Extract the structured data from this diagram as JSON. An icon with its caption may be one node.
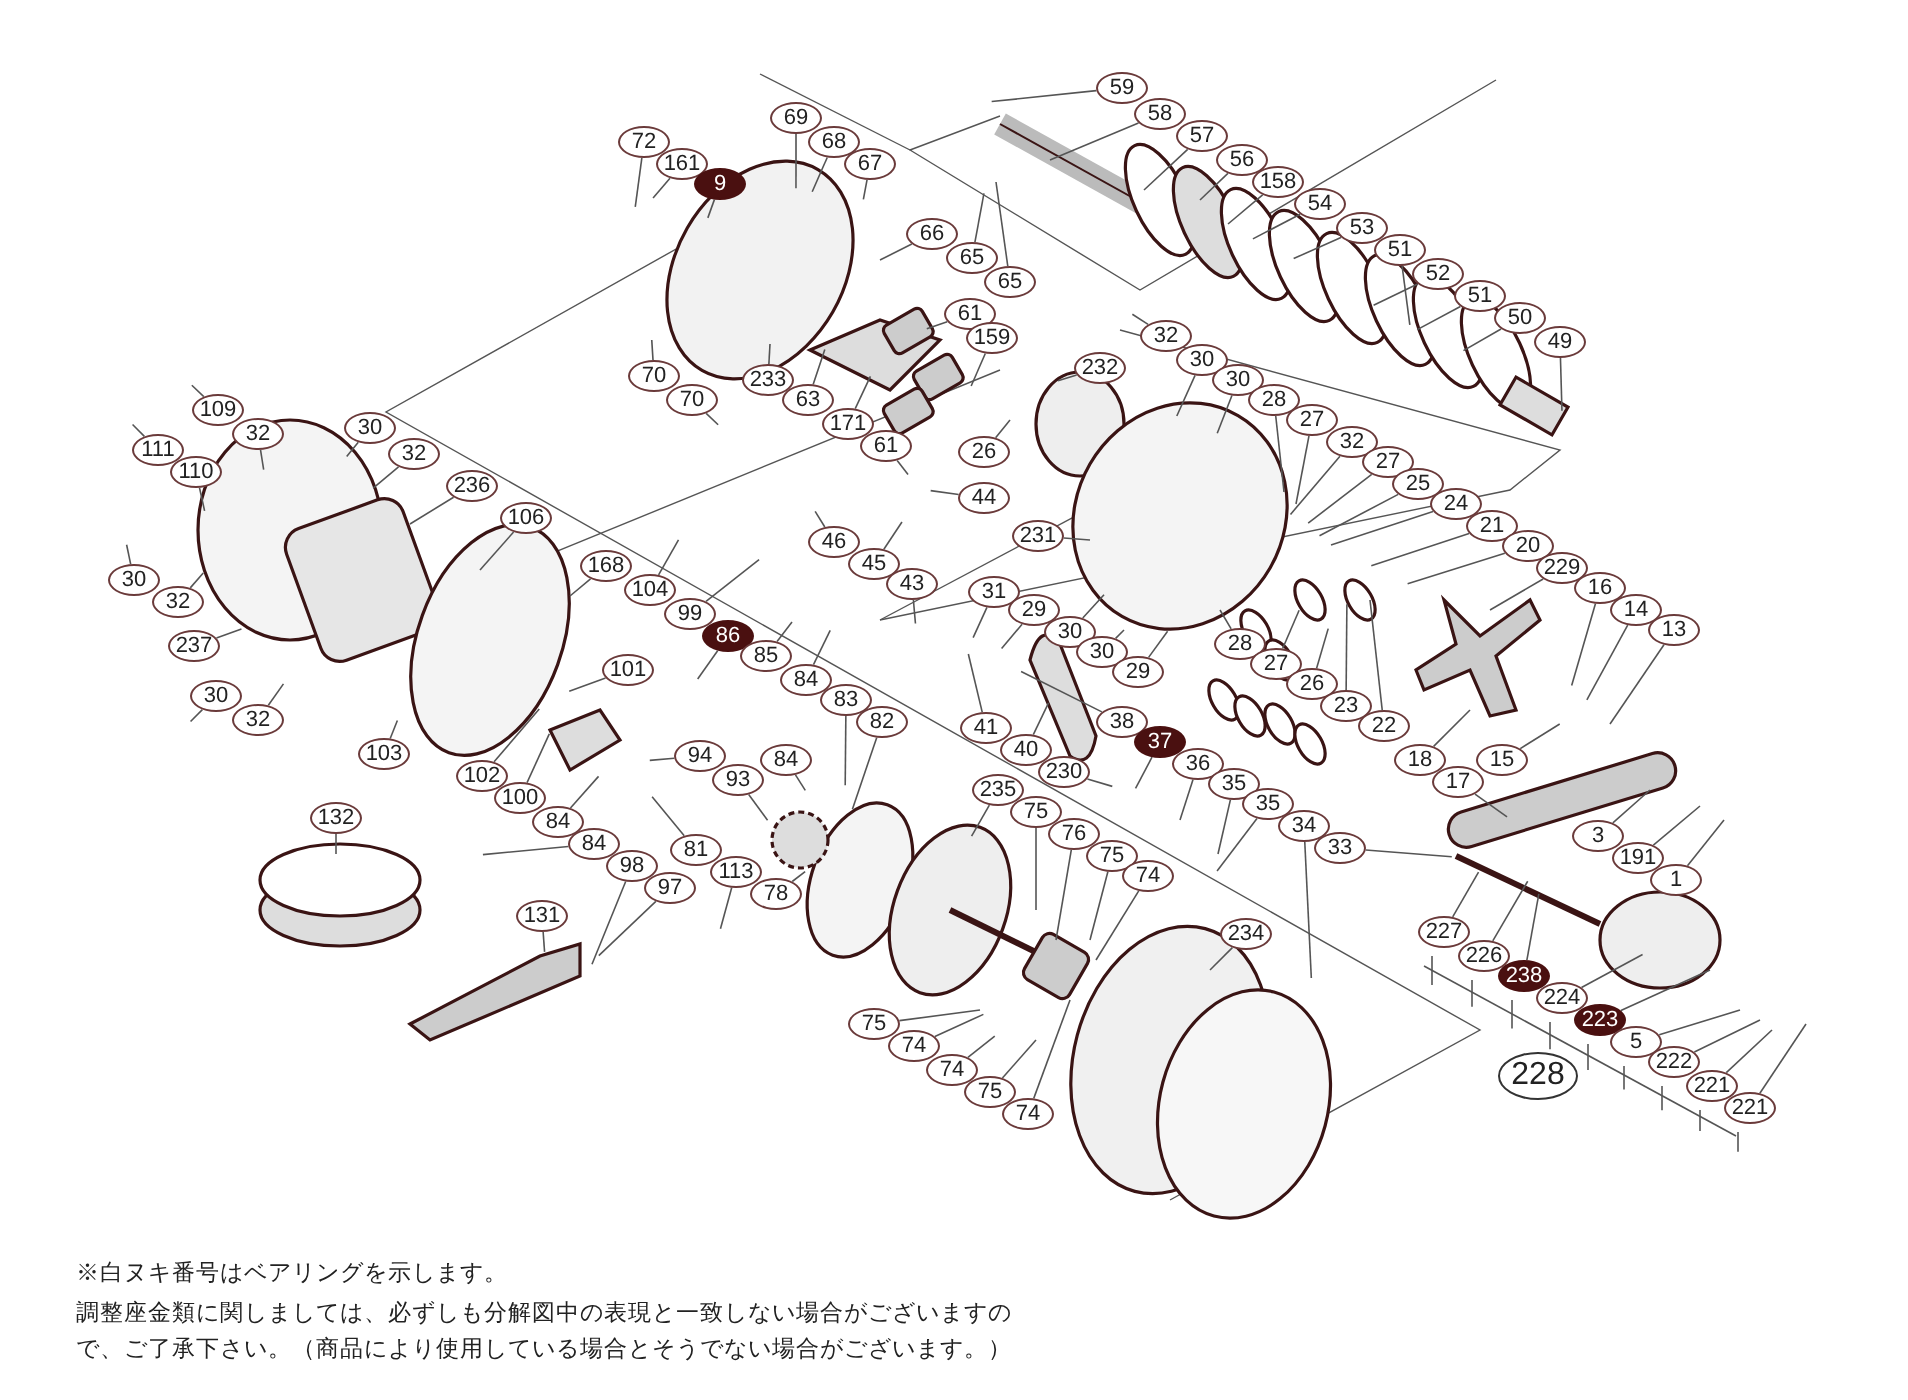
{
  "diagram": {
    "nodes": [
      {
        "text": [
          "72"
        ]
      },
      {
        "text": [
          "161"
        ]
      },
      {
        "text": [
          "9"
        ]
      },
      {
        "text": [
          "69"
        ]
      },
      {
        "text": [
          "68"
        ]
      },
      {
        "text": [
          "67"
        ]
      },
      {
        "text": [
          "59"
        ]
      },
      {
        "text": [
          "58"
        ]
      },
      {
        "text": [
          "57"
        ]
      },
      {
        "text": [
          "56"
        ]
      },
      {
        "text": [
          "158"
        ]
      },
      {
        "text": [
          "66"
        ]
      },
      {
        "text": [
          "65"
        ]
      },
      {
        "text": [
          "65"
        ]
      },
      {
        "text": [
          "54"
        ]
      },
      {
        "text": [
          "53"
        ]
      },
      {
        "text": [
          "51"
        ]
      },
      {
        "text": [
          "52"
        ]
      },
      {
        "text": [
          "51"
        ]
      },
      {
        "text": [
          "50"
        ]
      },
      {
        "text": [
          "49"
        ]
      },
      {
        "text": [
          "61"
        ]
      },
      {
        "text": [
          "159"
        ]
      },
      {
        "text": [
          "32"
        ]
      },
      {
        "text": [
          "30"
        ]
      },
      {
        "text": [
          "232"
        ]
      },
      {
        "text": [
          "70"
        ]
      },
      {
        "text": [
          "233"
        ]
      },
      {
        "text": [
          "30"
        ]
      },
      {
        "text": [
          "70"
        ]
      },
      {
        "text": [
          "63"
        ]
      },
      {
        "text": [
          "28"
        ]
      },
      {
        "text": [
          "109"
        ]
      },
      {
        "text": [
          "171"
        ]
      },
      {
        "text": [
          "27"
        ]
      },
      {
        "text": [
          "30"
        ]
      },
      {
        "text": [
          "32"
        ]
      },
      {
        "text": [
          "111"
        ]
      },
      {
        "text": [
          "32"
        ]
      },
      {
        "text": [
          "32"
        ]
      },
      {
        "text": [
          "61"
        ]
      },
      {
        "text": [
          "26"
        ]
      },
      {
        "text": [
          "110"
        ]
      },
      {
        "text": [
          "27"
        ]
      },
      {
        "text": [
          "25"
        ]
      },
      {
        "text": [
          "236"
        ]
      },
      {
        "text": [
          "44"
        ]
      },
      {
        "text": [
          "24"
        ]
      },
      {
        "text": [
          "106"
        ]
      },
      {
        "text": [
          "21"
        ]
      },
      {
        "text": [
          "231"
        ]
      },
      {
        "text": [
          "46"
        ]
      },
      {
        "text": [
          "20"
        ]
      },
      {
        "text": [
          "45"
        ]
      },
      {
        "text": [
          "168"
        ]
      },
      {
        "text": [
          "229"
        ]
      },
      {
        "text": [
          "30"
        ]
      },
      {
        "text": [
          "43"
        ]
      },
      {
        "text": [
          "104"
        ]
      },
      {
        "text": [
          "31"
        ]
      },
      {
        "text": [
          "16"
        ]
      },
      {
        "text": [
          "32"
        ]
      },
      {
        "text": [
          "29"
        ]
      },
      {
        "text": [
          "14"
        ]
      },
      {
        "text": [
          "99"
        ]
      },
      {
        "text": [
          "30"
        ]
      },
      {
        "text": [
          "86"
        ]
      },
      {
        "text": [
          "13"
        ]
      },
      {
        "text": [
          "28"
        ]
      },
      {
        "text": [
          "237"
        ]
      },
      {
        "text": [
          "85"
        ]
      },
      {
        "text": [
          "30"
        ]
      },
      {
        "text": [
          "27"
        ]
      },
      {
        "text": [
          "101"
        ]
      },
      {
        "text": [
          "29"
        ]
      },
      {
        "text": [
          "84"
        ]
      },
      {
        "text": [
          "26"
        ]
      },
      {
        "text": [
          "30"
        ]
      },
      {
        "text": [
          "83"
        ]
      },
      {
        "text": [
          "23"
        ]
      },
      {
        "text": [
          "32"
        ]
      },
      {
        "text": [
          "82"
        ]
      },
      {
        "text": [
          "38"
        ]
      },
      {
        "text": [
          "41"
        ]
      },
      {
        "text": [
          "22"
        ]
      },
      {
        "text": [
          "37"
        ]
      },
      {
        "text": [
          "103"
        ]
      },
      {
        "text": [
          "94"
        ]
      },
      {
        "text": [
          "84"
        ]
      },
      {
        "text": [
          "40"
        ]
      },
      {
        "text": [
          "18"
        ]
      },
      {
        "text": [
          "15"
        ]
      },
      {
        "text": [
          "36"
        ]
      },
      {
        "text": [
          "230"
        ]
      },
      {
        "text": [
          "102"
        ]
      },
      {
        "text": [
          "93"
        ]
      },
      {
        "text": [
          "17"
        ]
      },
      {
        "text": [
          "35"
        ]
      },
      {
        "text": [
          "235"
        ]
      },
      {
        "text": [
          "100"
        ]
      },
      {
        "text": [
          "35"
        ]
      },
      {
        "text": [
          "75"
        ]
      },
      {
        "text": [
          "84"
        ]
      },
      {
        "text": [
          "76"
        ]
      },
      {
        "text": [
          "34"
        ]
      },
      {
        "text": [
          "3"
        ]
      },
      {
        "text": [
          "75"
        ]
      },
      {
        "text": [
          "84"
        ]
      },
      {
        "text": [
          "33"
        ]
      },
      {
        "text": [
          "81"
        ]
      },
      {
        "text": [
          "191"
        ]
      },
      {
        "text": [
          "74"
        ]
      },
      {
        "text": [
          "98"
        ]
      },
      {
        "text": [
          "113"
        ]
      },
      {
        "text": [
          "1"
        ]
      },
      {
        "text": [
          "97"
        ]
      },
      {
        "text": [
          "78"
        ]
      },
      {
        "text": [
          "132"
        ]
      },
      {
        "text": [
          "131"
        ]
      },
      {
        "text": [
          "227"
        ]
      },
      {
        "text": [
          "234"
        ]
      },
      {
        "text": [
          "226"
        ]
      },
      {
        "text": [
          "238"
        ]
      },
      {
        "text": [
          "224"
        ]
      },
      {
        "text": [
          "223"
        ]
      },
      {
        "text": [
          "75"
        ]
      },
      {
        "text": [
          "5"
        ]
      },
      {
        "text": [
          "74"
        ]
      },
      {
        "text": [
          "222"
        ]
      },
      {
        "text": [
          "74"
        ]
      },
      {
        "text": [
          "228"
        ]
      },
      {
        "text": [
          "221"
        ]
      },
      {
        "text": [
          "75"
        ]
      },
      {
        "text": [
          "221"
        ]
      },
      {
        "text": [
          "74"
        ]
      }
    ],
    "edges": [
      {
        "from": 0,
        "to": null,
        "arrow": "none"
      },
      {
        "from": 1,
        "to": null,
        "arrow": "none"
      },
      {
        "from": 2,
        "to": null,
        "arrow": "none"
      },
      {
        "from": 3,
        "to": null,
        "arrow": "none"
      },
      {
        "from": 4,
        "to": null,
        "arrow": "none"
      },
      {
        "from": 5,
        "to": null,
        "arrow": "none"
      },
      {
        "from": 6,
        "to": null,
        "arrow": "none"
      },
      {
        "from": 7,
        "to": null,
        "arrow": "none"
      },
      {
        "from": 8,
        "to": null,
        "arrow": "none"
      },
      {
        "from": 9,
        "to": null,
        "arrow": "none"
      },
      {
        "from": 10,
        "to": null,
        "arrow": "none"
      },
      {
        "from": 11,
        "to": null,
        "arrow": "none"
      },
      {
        "from": 12,
        "to": null,
        "arrow": "none"
      },
      {
        "from": 13,
        "to": null,
        "arrow": "none"
      },
      {
        "from": 14,
        "to": null,
        "arrow": "none"
      },
      {
        "from": 15,
        "to": null,
        "arrow": "none"
      },
      {
        "from": 16,
        "to": null,
        "arrow": "none"
      },
      {
        "from": 17,
        "to": null,
        "arrow": "none"
      },
      {
        "from": 18,
        "to": null,
        "arrow": "none"
      },
      {
        "from": 19,
        "to": null,
        "arrow": "none"
      },
      {
        "from": 20,
        "to": null,
        "arrow": "none"
      },
      {
        "from": 21,
        "to": null,
        "arrow": "none"
      },
      {
        "from": 22,
        "to": null,
        "arrow": "none"
      },
      {
        "from": 23,
        "to": null,
        "arrow": "none"
      },
      {
        "from": 24,
        "to": null,
        "arrow": "none"
      },
      {
        "from": 25,
        "to": null,
        "arrow": "none"
      },
      {
        "from": 26,
        "to": null,
        "arrow": "none"
      },
      {
        "from": 27,
        "to": null,
        "arrow": "none"
      },
      {
        "from": 28,
        "to": null,
        "arrow": "none"
      },
      {
        "from": 29,
        "to": null,
        "arrow": "none"
      },
      {
        "from": 30,
        "to": null,
        "arrow": "none"
      },
      {
        "from": 31,
        "to": null,
        "arrow": "none"
      },
      {
        "from": 32,
        "to": null,
        "arrow": "none"
      },
      {
        "from": 33,
        "to": null,
        "arrow": "none"
      },
      {
        "from": 34,
        "to": null,
        "arrow": "none"
      },
      {
        "from": 35,
        "to": null,
        "arrow": "none"
      },
      {
        "from": 36,
        "to": null,
        "arrow": "none"
      },
      {
        "from": 37,
        "to": null,
        "arrow": "none"
      },
      {
        "from": 38,
        "to": null,
        "arrow": "none"
      },
      {
        "from": 39,
        "to": null,
        "arrow": "none"
      },
      {
        "from": 40,
        "to": null,
        "arrow": "none"
      },
      {
        "from": 41,
        "to": null,
        "arrow": "none"
      },
      {
        "from": 42,
        "to": null,
        "arrow": "none"
      },
      {
        "from": 43,
        "to": null,
        "arrow": "none"
      },
      {
        "from": 44,
        "to": null,
        "arrow": "none"
      },
      {
        "from": 45,
        "to": null,
        "arrow": "none"
      },
      {
        "from": 46,
        "to": null,
        "arrow": "none"
      },
      {
        "from": 47,
        "to": null,
        "arrow": "none"
      },
      {
        "from": 48,
        "to": null,
        "arrow": "none"
      },
      {
        "from": 49,
        "to": null,
        "arrow": "none"
      },
      {
        "from": 50,
        "to": null,
        "arrow": "none"
      },
      {
        "from": 51,
        "to": null,
        "arrow": "none"
      },
      {
        "from": 52,
        "to": null,
        "arrow": "none"
      },
      {
        "from": 53,
        "to": null,
        "arrow": "none"
      },
      {
        "from": 54,
        "to": null,
        "arrow": "none"
      },
      {
        "from": 55,
        "to": null,
        "arrow": "none"
      },
      {
        "from": 56,
        "to": null,
        "arrow": "none"
      },
      {
        "from": 57,
        "to": null,
        "arrow": "none"
      },
      {
        "from": 58,
        "to": null,
        "arrow": "none"
      },
      {
        "from": 59,
        "to": null,
        "arrow": "none"
      },
      {
        "from": 60,
        "to": null,
        "arrow": "none"
      },
      {
        "from": 61,
        "to": null,
        "arrow": "none"
      },
      {
        "from": 62,
        "to": null,
        "arrow": "none"
      },
      {
        "from": 63,
        "to": null,
        "arrow": "none"
      },
      {
        "from": 64,
        "to": null,
        "arrow": "none"
      },
      {
        "from": 65,
        "to": null,
        "arrow": "none"
      },
      {
        "from": 66,
        "to": null,
        "arrow": "none"
      },
      {
        "from": 67,
        "to": null,
        "arrow": "none"
      },
      {
        "from": 68,
        "to": null,
        "arrow": "none"
      },
      {
        "from": 69,
        "to": null,
        "arrow": "none"
      },
      {
        "from": 70,
        "to": null,
        "arrow": "none"
      },
      {
        "from": 71,
        "to": null,
        "arrow": "none"
      },
      {
        "from": 72,
        "to": null,
        "arrow": "none"
      },
      {
        "from": 73,
        "to": null,
        "arrow": "none"
      },
      {
        "from": 74,
        "to": null,
        "arrow": "none"
      },
      {
        "from": 75,
        "to": null,
        "arrow": "none"
      },
      {
        "from": 76,
        "to": null,
        "arrow": "none"
      },
      {
        "from": 77,
        "to": null,
        "arrow": "none"
      },
      {
        "from": 78,
        "to": null,
        "arrow": "none"
      },
      {
        "from": 79,
        "to": null,
        "arrow": "none"
      },
      {
        "from": 80,
        "to": null,
        "arrow": "none"
      },
      {
        "from": 81,
        "to": null,
        "arrow": "none"
      },
      {
        "from": 82,
        "to": null,
        "arrow": "none"
      },
      {
        "from": 83,
        "to": null,
        "arrow": "none"
      },
      {
        "from": 84,
        "to": null,
        "arrow": "none"
      },
      {
        "from": 85,
        "to": null,
        "arrow": "none"
      },
      {
        "from": 86,
        "to": null,
        "arrow": "none"
      },
      {
        "from": 87,
        "to": null,
        "arrow": "none"
      },
      {
        "from": 88,
        "to": null,
        "arrow": "none"
      },
      {
        "from": 89,
        "to": null,
        "arrow": "none"
      },
      {
        "from": 90,
        "to": null,
        "arrow": "none"
      },
      {
        "from": 91,
        "to": null,
        "arrow": "none"
      },
      {
        "from": 92,
        "to": null,
        "arrow": "none"
      },
      {
        "from": 93,
        "to": null,
        "arrow": "none"
      },
      {
        "from": 94,
        "to": null,
        "arrow": "none"
      },
      {
        "from": 95,
        "to": null,
        "arrow": "none"
      },
      {
        "from": 96,
        "to": null,
        "arrow": "none"
      },
      {
        "from": 97,
        "to": null,
        "arrow": "none"
      },
      {
        "from": 98,
        "to": null,
        "arrow": "none"
      },
      {
        "from": 99,
        "to": null,
        "arrow": "none"
      },
      {
        "from": 100,
        "to": null,
        "arrow": "none"
      },
      {
        "from": 101,
        "to": null,
        "arrow": "none"
      },
      {
        "from": 102,
        "to": null,
        "arrow": "none"
      },
      {
        "from": 103,
        "to": null,
        "arrow": "none"
      },
      {
        "from": 104,
        "to": null,
        "arrow": "none"
      },
      {
        "from": 105,
        "to": null,
        "arrow": "none"
      },
      {
        "from": 106,
        "to": null,
        "arrow": "none"
      },
      {
        "from": 107,
        "to": null,
        "arrow": "none"
      },
      {
        "from": 108,
        "to": null,
        "arrow": "none"
      },
      {
        "from": 109,
        "to": null,
        "arrow": "none"
      },
      {
        "from": 110,
        "to": null,
        "arrow": "none"
      },
      {
        "from": 111,
        "to": null,
        "arrow": "none"
      },
      {
        "from": 112,
        "to": null,
        "arrow": "none"
      },
      {
        "from": 113,
        "to": null,
        "arrow": "none"
      },
      {
        "from": 114,
        "to": null,
        "arrow": "none"
      },
      {
        "from": 115,
        "to": null,
        "arrow": "none"
      },
      {
        "from": 116,
        "to": null,
        "arrow": "none"
      },
      {
        "from": 117,
        "to": null,
        "arrow": "none"
      },
      {
        "from": 118,
        "to": null,
        "arrow": "none"
      },
      {
        "from": 119,
        "to": null,
        "arrow": "none"
      },
      {
        "from": 120,
        "to": null,
        "arrow": "none"
      },
      {
        "from": 121,
        "to": null,
        "arrow": "none"
      },
      {
        "from": 122,
        "to": null,
        "arrow": "none"
      },
      {
        "from": 123,
        "to": null,
        "arrow": "none"
      },
      {
        "from": 124,
        "to": null,
        "arrow": "none"
      },
      {
        "from": 125,
        "to": null,
        "arrow": "none"
      },
      {
        "from": 126,
        "to": null,
        "arrow": "none"
      },
      {
        "from": 127,
        "to": null,
        "arrow": "none"
      },
      {
        "from": 128,
        "to": null,
        "arrow": "none"
      },
      {
        "from": 129,
        "to": null,
        "arrow": "none"
      },
      {
        "from": 131,
        "to": null,
        "arrow": "none"
      },
      {
        "from": 132,
        "to": null,
        "arrow": "none"
      },
      {
        "from": 133,
        "to": null,
        "arrow": "none"
      },
      {
        "from": 134,
        "to": null,
        "arrow": "none"
      }
    ],
    "labels": [
      "※白ヌキ番号はベアリングを示します。",
      "調整座金類に関しましては、必ずしも分解図中の表現と一致しない場合がございますので、ご了承下さい。（商品により使用している場合とそうでない場合がございます。）"
    ]
  }
}
